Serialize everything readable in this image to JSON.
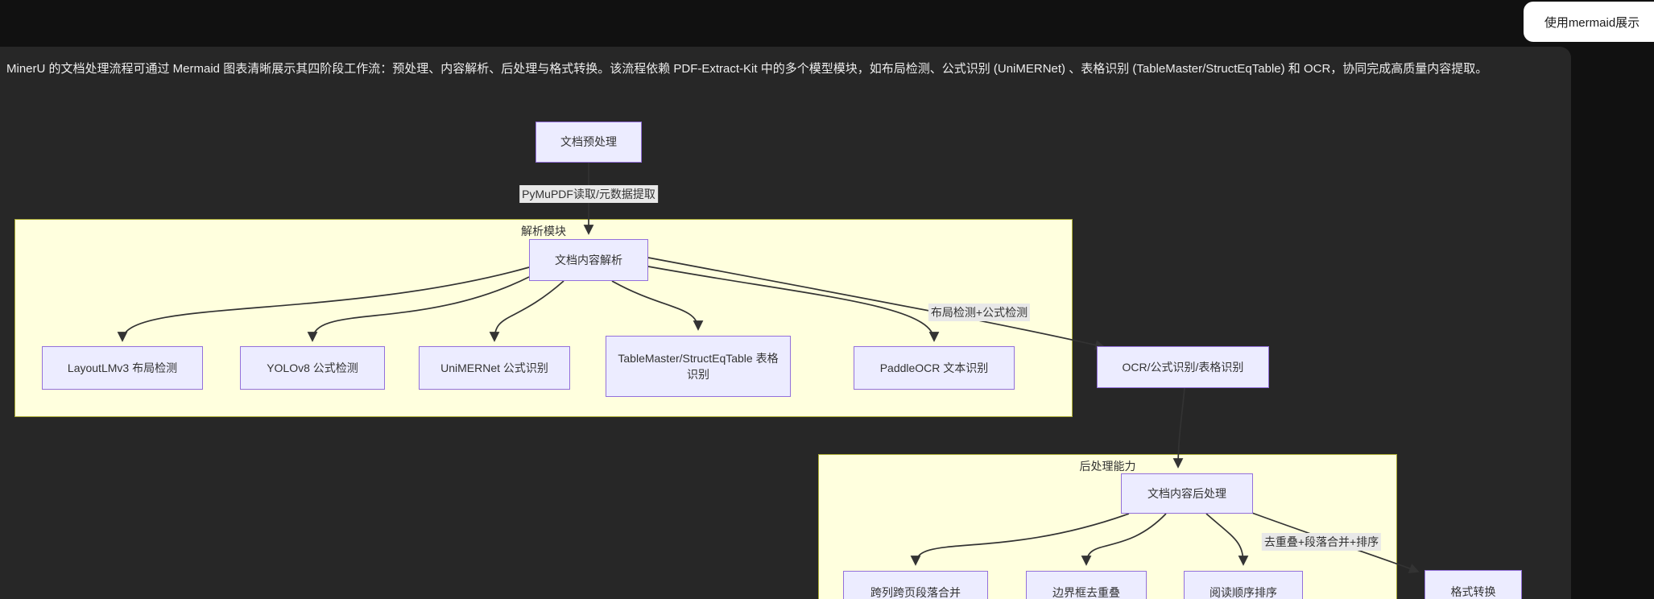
{
  "header": {
    "use_mermaid_button": "使用mermaid展示"
  },
  "description": "MinerU 的文档处理流程可通过 Mermaid 图表清晰展示其四阶段工作流：预处理、内容解析、后处理与格式转换。该流程依赖 PDF-Extract-Kit 中的多个模型模块，如布局检测、公式识别 (UniMERNet) 、表格识别 (TableMaster/StructEqTable) 和 OCR，协同完成高质量内容提取。",
  "diagram": {
    "type": "mermaid-flowchart",
    "subgraphs": {
      "parse_module": "解析模块",
      "post_module": "后处理能力"
    },
    "nodes": {
      "preprocess": "文档预处理",
      "parse": "文档内容解析",
      "layout_detect": "LayoutLMv3 布局检测",
      "formula_detect": "YOLOv8 公式检测",
      "formula_recog": "UniMERNet 公式识别",
      "table_recog": "TableMaster/StructEqTable 表格识别",
      "ocr_text": "PaddleOCR 文本识别",
      "ocr_result": "OCR/公式识别/表格识别",
      "postprocess": "文档内容后处理",
      "para_merge": "跨列跨页段落合并",
      "bbox_dedup": "边界框去重叠",
      "reading_order": "阅读顺序排序",
      "format_convert": "格式转换"
    },
    "edge_labels": {
      "read_extract": "PyMuPDF读取/元数据提取",
      "layout_formula": "布局检测+公式检测",
      "dedup_merge_sort": "去重叠+段落合并+排序"
    },
    "colors": {
      "page_background": "#111111",
      "panel_background": "#272727",
      "node_fill": "#ECECFF",
      "node_border": "#9370DB",
      "subgraph_fill": "#FFFFDE",
      "subgraph_border": "#AAAA33",
      "edge_stroke": "#333333",
      "edge_label_background": "#E8E8E8",
      "diagram_text": "#333333",
      "description_text": "#EDEDED",
      "button_background": "#FFFFFF"
    }
  }
}
